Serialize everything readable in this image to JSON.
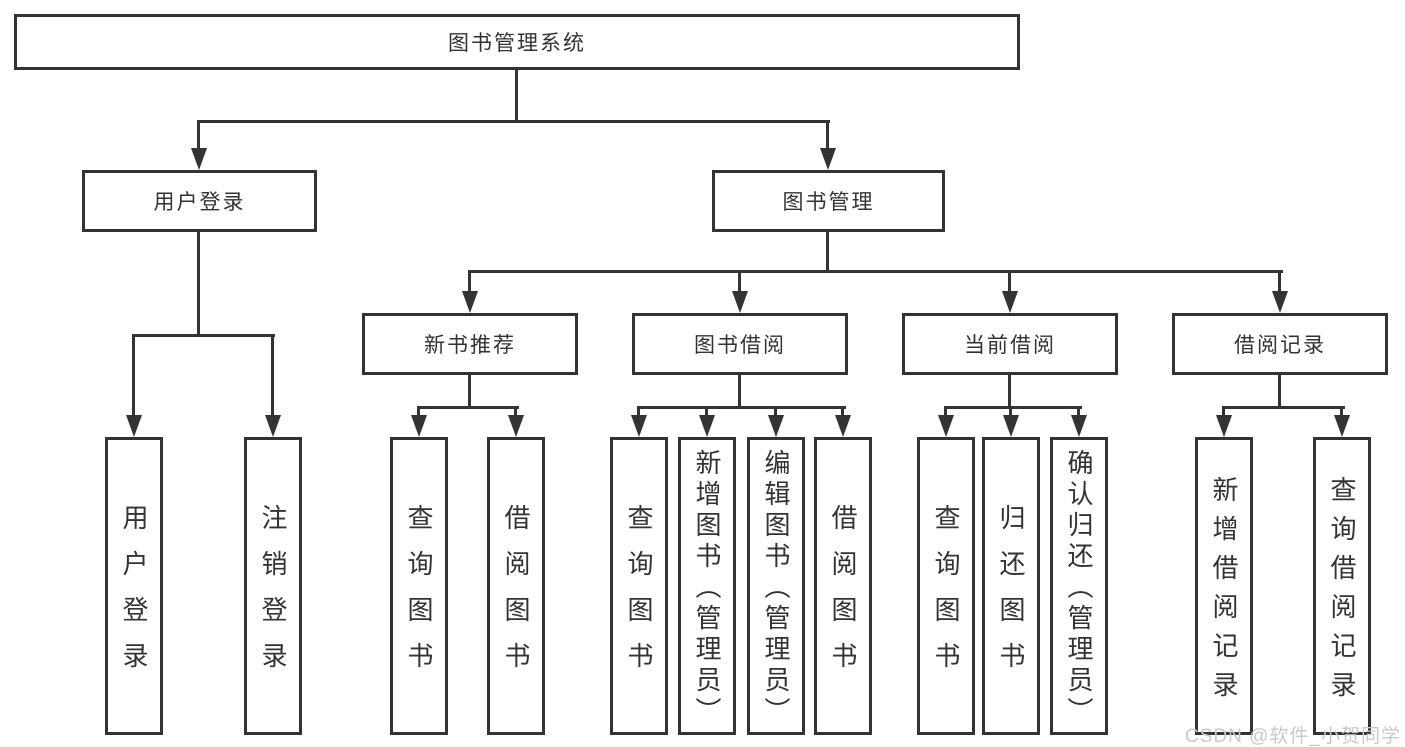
{
  "nodes": {
    "root": {
      "label": "图书管理系统"
    },
    "user_login": {
      "label": "用户登录"
    },
    "book_mgmt": {
      "label": "图书管理"
    },
    "new_book_recommend": {
      "label": "新书推荐"
    },
    "book_borrow": {
      "label": "图书借阅"
    },
    "current_borrow": {
      "label": "当前借阅"
    },
    "borrow_records": {
      "label": "借阅记录"
    },
    "leaf_user_login": {
      "label": "用户登录"
    },
    "leaf_logout": {
      "label": "注销登录"
    },
    "leaf_nbr_query_book": {
      "label": "查询图书"
    },
    "leaf_nbr_borrow_book": {
      "label": "借阅图书"
    },
    "leaf_bb_query_book": {
      "label": "查询图书"
    },
    "leaf_bb_add_book": {
      "label": "新增图书（管理员）"
    },
    "leaf_bb_edit_book": {
      "label": "编辑图书（管理员）"
    },
    "leaf_bb_borrow_book": {
      "label": "借阅图书"
    },
    "leaf_cb_query_book": {
      "label": "查询图书"
    },
    "leaf_cb_return_book": {
      "label": "归还图书"
    },
    "leaf_cb_confirm_return": {
      "label": "确认归还（管理员）"
    },
    "leaf_br_add_record": {
      "label": "新增借阅记录"
    },
    "leaf_br_query_record": {
      "label": "查询借阅记录"
    }
  },
  "hierarchy": {
    "图书管理系统": [
      "用户登录",
      "图书管理"
    ],
    "用户登录": [
      "用户登录",
      "注销登录"
    ],
    "图书管理": [
      "新书推荐",
      "图书借阅",
      "当前借阅",
      "借阅记录"
    ],
    "新书推荐": [
      "查询图书",
      "借阅图书"
    ],
    "图书借阅": [
      "查询图书",
      "新增图书（管理员）",
      "编辑图书（管理员）",
      "借阅图书"
    ],
    "当前借阅": [
      "查询图书",
      "归还图书",
      "确认归还（管理员）"
    ],
    "借阅记录": [
      "新增借阅记录",
      "查询借阅记录"
    ]
  },
  "watermark": "CSDN @软件_小贺同学",
  "colors": {
    "line": "#333333",
    "background": "#ffffff",
    "watermark": "#cbc8c8"
  }
}
